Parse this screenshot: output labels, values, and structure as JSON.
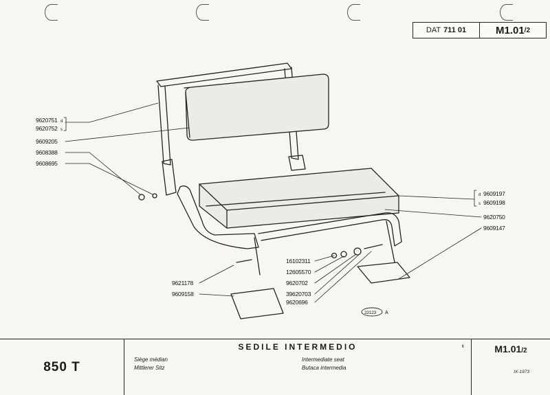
{
  "header": {
    "dat_label": "DAT",
    "dat_number": "711 01",
    "page_code": "M1.01",
    "page_code_suffix": "/2"
  },
  "drawing": {
    "callouts_left": [
      {
        "id": "9620751",
        "side": "d"
      },
      {
        "id": "9620752",
        "side": "s"
      },
      {
        "id": "9609205"
      },
      {
        "id": "9608388"
      },
      {
        "id": "9608695"
      },
      {
        "id": "9621178"
      },
      {
        "id": "9609158"
      }
    ],
    "callouts_right": [
      {
        "id": "9609197",
        "side": "d"
      },
      {
        "id": "9609198",
        "side": "s"
      },
      {
        "id": "9620750"
      },
      {
        "id": "9609147"
      }
    ],
    "callouts_center": [
      {
        "id": "16102311"
      },
      {
        "id": "12605570"
      },
      {
        "id": "9620702"
      },
      {
        "id": "39620703"
      },
      {
        "id": "9620696"
      }
    ],
    "figure_ref": "22123",
    "figure_letter": "A"
  },
  "titleblock": {
    "model": "850 T",
    "title_it": "SEDILE INTERMEDIO",
    "title_fr": "Siège médian",
    "title_de": "Mittlerer Sitz",
    "title_en": "Intermediate seat",
    "title_es": "Butaca intermedia",
    "note": "6",
    "code": "M1.01",
    "code_suffix": "/2",
    "date": "IX-1973"
  }
}
